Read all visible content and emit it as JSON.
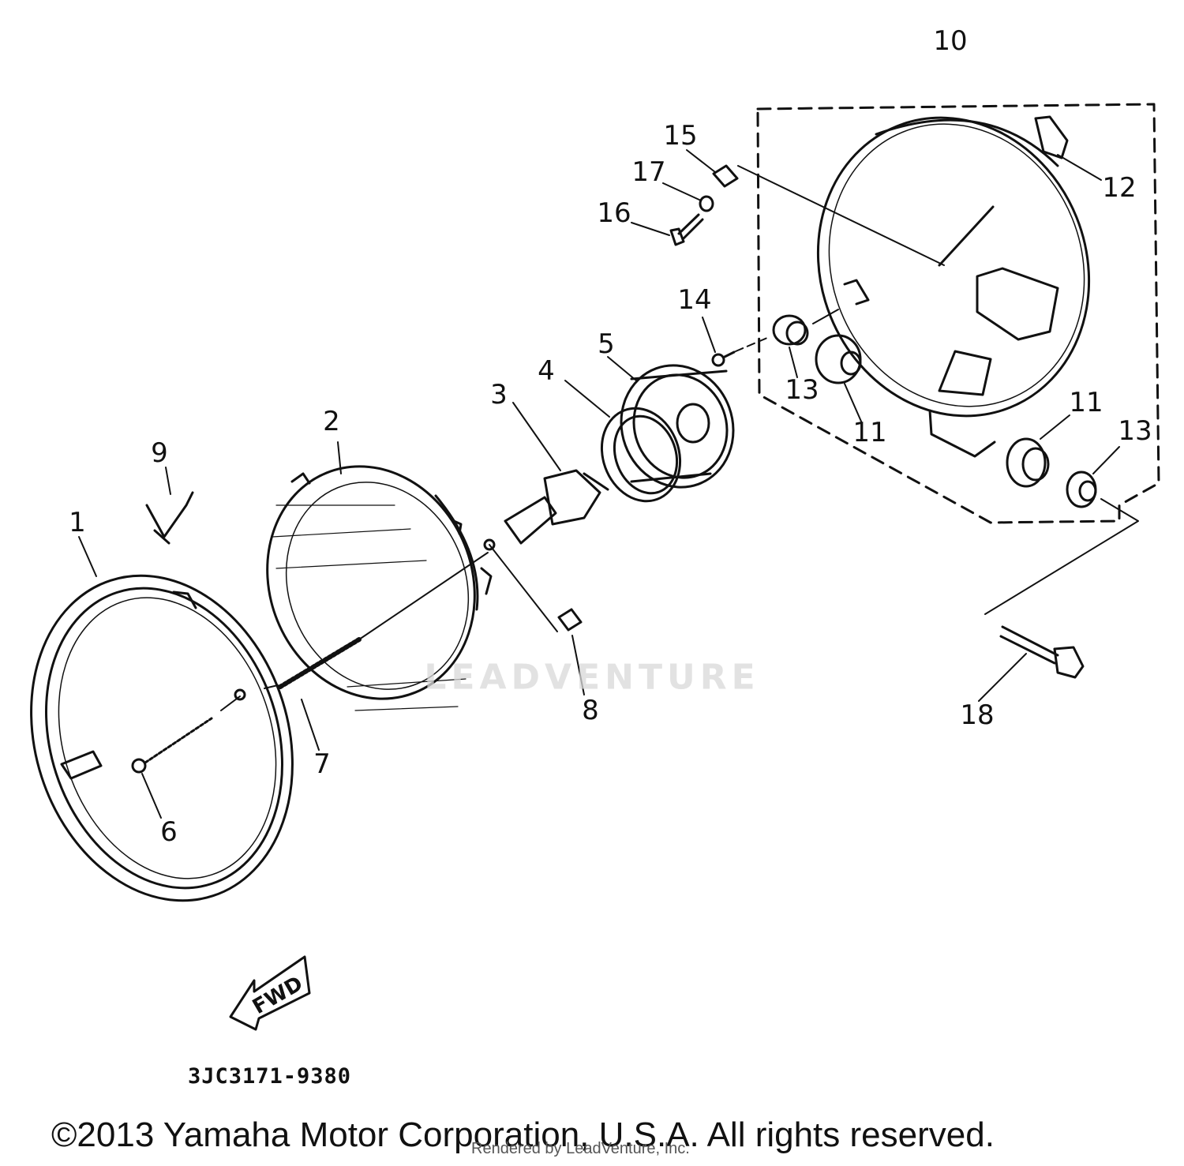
{
  "diagram": {
    "labels": {
      "p1": "1",
      "p2": "2",
      "p3": "3",
      "p4": "4",
      "p5": "5",
      "p6": "6",
      "p7": "7",
      "p8": "8",
      "p9": "9",
      "p10": "10",
      "p11a": "11",
      "p11b": "11",
      "p12": "12",
      "p13a": "13",
      "p13b": "13",
      "p14": "14",
      "p15": "15",
      "p16": "16",
      "p17": "17",
      "p18": "18"
    },
    "fwd_arrow_text": "FWD",
    "part_number": "3JC3171-9380"
  },
  "watermark": {
    "text": "LEADVENTURE"
  },
  "footer": {
    "copyright": "©2013 Yamaha Motor Corporation, U.S.A. All rights reserved.",
    "rendered_by": "Rendered by LeadVenture, Inc."
  },
  "colors": {
    "ink": "#111111",
    "paper": "#ffffff",
    "watermark": "#d9d9d9"
  }
}
